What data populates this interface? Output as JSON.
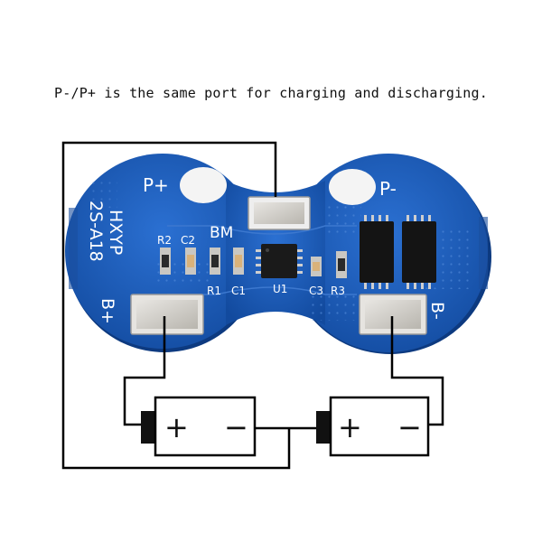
{
  "caption": "P-/P+ is the same port for charging and discharging.",
  "board": {
    "model_line1": "HXYP",
    "model_line2": "2S-A18",
    "port_labels": {
      "p_plus": "P+",
      "p_minus": "P-",
      "b_plus": "B+",
      "b_minus": "B-",
      "bm": "BM"
    },
    "component_labels": {
      "r2": "R2",
      "c2": "C2",
      "r1": "R1",
      "c1": "C1",
      "u1": "U1",
      "c3": "C3",
      "r3": "R3"
    }
  },
  "batteries": [
    {
      "plus": "+",
      "minus": "−"
    },
    {
      "plus": "+",
      "minus": "−"
    }
  ],
  "colors": {
    "pcb_blue": "#1c5bb8",
    "pcb_edge": "#0f3f8a",
    "pad_silver": "#cfcfcf",
    "wire": "#000000"
  }
}
